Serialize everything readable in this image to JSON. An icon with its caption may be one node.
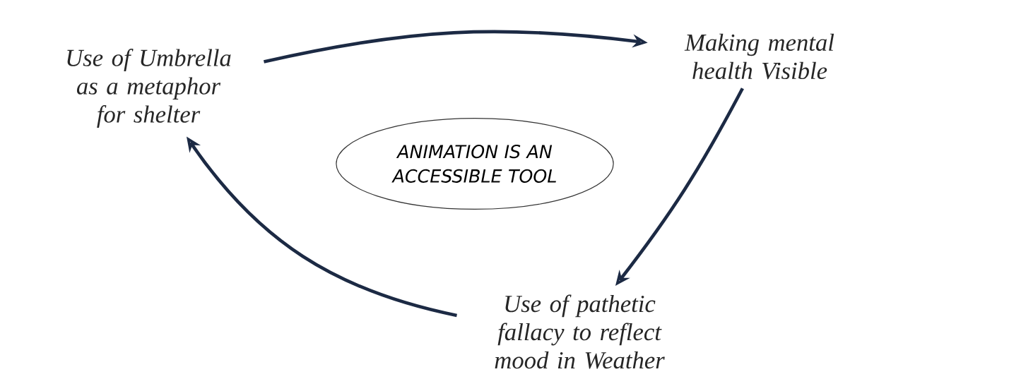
{
  "diagram": {
    "nodes": [
      {
        "text": [
          "Use of Umbrella as a metaphor for shelter"
        ]
      },
      {
        "text": [
          "Making mental health Visible"
        ]
      },
      {
        "text": [
          "Use of pathetic fallacy to reflect mood in Weather"
        ]
      },
      {
        "text": [
          "ANIMATION IS AN ACCESSIBLE TOOL"
        ]
      }
    ],
    "edges": [
      {
        "from": 0,
        "to": 1,
        "arrow": "to"
      },
      {
        "from": 1,
        "to": 2,
        "arrow": "to"
      },
      {
        "from": 2,
        "to": 0,
        "arrow": "to"
      }
    ]
  }
}
